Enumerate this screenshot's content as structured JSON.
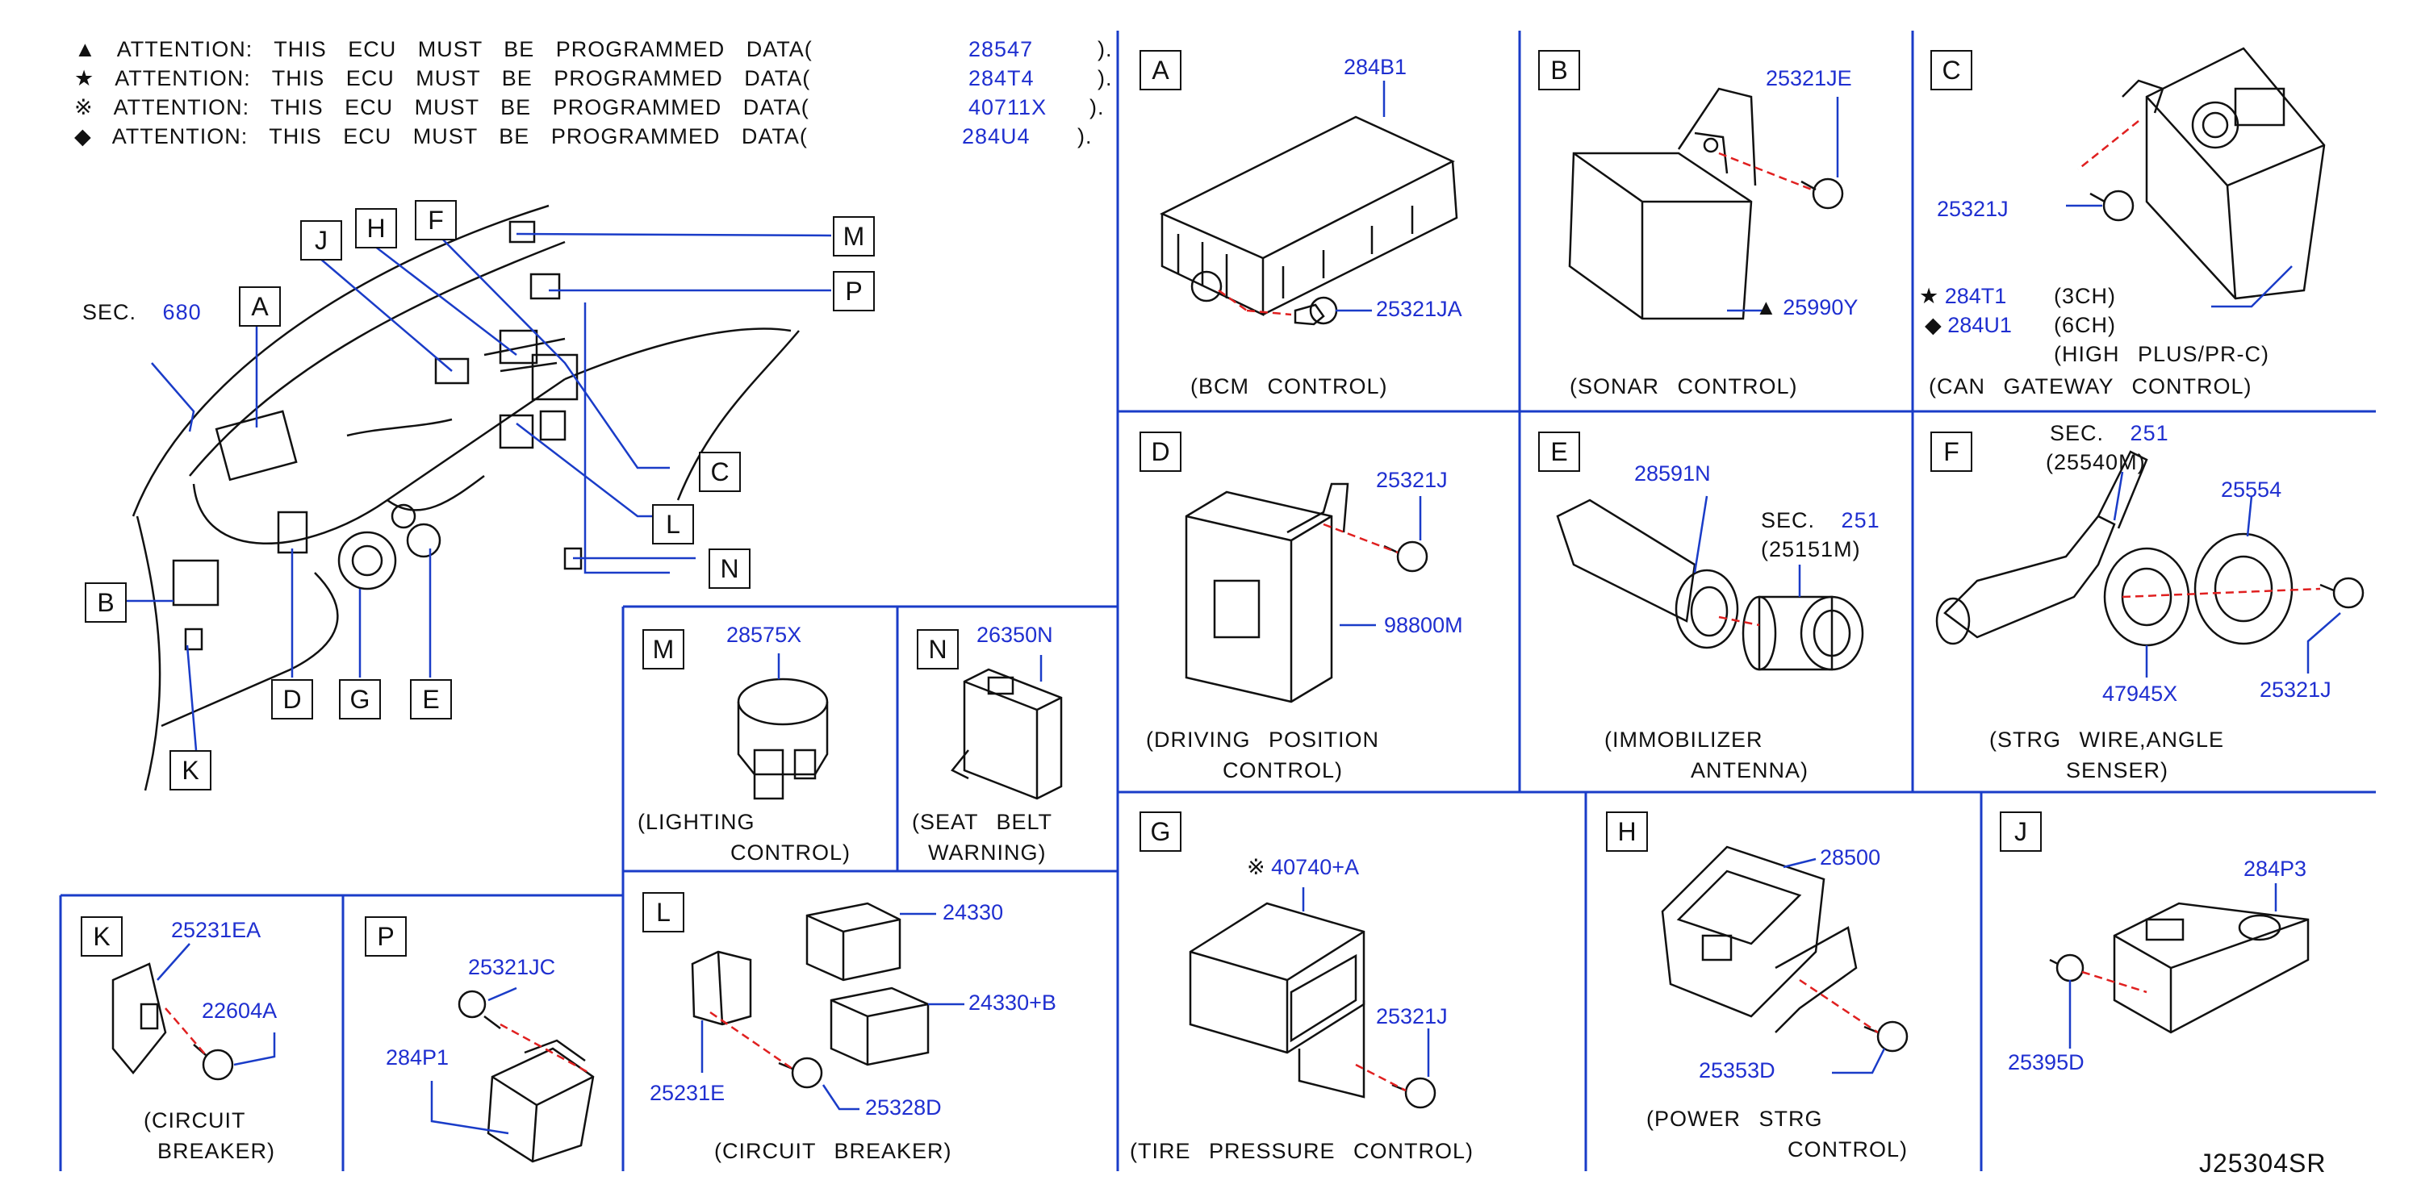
{
  "attention": [
    {
      "symbol": "▲",
      "text": "ATTENTION:  THIS  ECU  MUST  BE  PROGRAMMED  DATA(",
      "data": "28547",
      "close": ")."
    },
    {
      "symbol": "★",
      "text": "ATTENTION:  THIS  ECU  MUST  BE  PROGRAMMED  DATA(",
      "data": "284T4",
      "close": ")."
    },
    {
      "symbol": "※",
      "text": "ATTENTION:  THIS  ECU  MUST  BE  PROGRAMMED  DATA(",
      "data": "40711X",
      "close": ")."
    },
    {
      "symbol": "◆",
      "text": "ATTENTION:  THIS  ECU  MUST  BE  PROGRAMMED  DATA(",
      "data": "284U4",
      "close": ")."
    }
  ],
  "overview": {
    "sec_label": "SEC.",
    "sec_num": "680",
    "callouts": [
      "A",
      "B",
      "C",
      "D",
      "E",
      "F",
      "G",
      "H",
      "J",
      "K",
      "L",
      "M",
      "N",
      "P"
    ]
  },
  "panels": {
    "A": {
      "letter": "A",
      "parts": [
        "284B1",
        "25321JA"
      ],
      "caption": "(BCM   CONTROL)"
    },
    "B": {
      "letter": "B",
      "parts": [
        "25321JE",
        "25990Y"
      ],
      "prefix": "▲",
      "caption": "(SONAR   CONTROL)"
    },
    "C": {
      "letter": "C",
      "parts": [
        "25321J",
        "284T1",
        "284U1"
      ],
      "ch1": "(3CH)",
      "ch2": "(6CH)",
      "note": "(HIGH    PLUS/PR-C)",
      "caption": "(CAN   GATEWAY   CONTROL)",
      "sym1": "★",
      "sym2": "◆"
    },
    "D": {
      "letter": "D",
      "parts": [
        "25321J",
        "98800M"
      ],
      "caption1": "(DRIVING   POSITION",
      "caption2": "CONTROL)"
    },
    "E": {
      "letter": "E",
      "parts": [
        "28591N"
      ],
      "sec": "SEC.",
      "sec_num": "251",
      "sec_part": "(25151M)",
      "caption1": "(IMMOBILIZER",
      "caption2": "ANTENNA)"
    },
    "F": {
      "letter": "F",
      "parts": [
        "25554",
        "47945X",
        "25321J"
      ],
      "sec": "SEC.",
      "sec_num": "251",
      "sec_part": "(25540M)",
      "caption1": "(STRG   WIRE,ANGLE",
      "caption2": "SENSER)"
    },
    "G": {
      "letter": "G",
      "parts": [
        "40740+A",
        "25321J"
      ],
      "prefix": "※",
      "caption": "(TIRE   PRESSURE   CONTROL)"
    },
    "H": {
      "letter": "H",
      "parts": [
        "28500",
        "25353D"
      ],
      "caption1": "(POWER   STRG",
      "caption2": "CONTROL)"
    },
    "J": {
      "letter": "J",
      "parts": [
        "284P3",
        "25395D"
      ]
    },
    "K": {
      "letter": "K",
      "parts": [
        "25231EA",
        "22604A"
      ],
      "caption1": "(CIRCUIT",
      "caption2": "BREAKER)"
    },
    "L": {
      "letter": "L",
      "parts": [
        "24330",
        "24330+B",
        "25231E",
        "25328D"
      ],
      "caption": "(CIRCUIT    BREAKER)"
    },
    "M": {
      "letter": "M",
      "parts": [
        "28575X"
      ],
      "caption1": "(LIGHTING",
      "caption2": "CONTROL)"
    },
    "N": {
      "letter": "N",
      "parts": [
        "26350N"
      ],
      "caption1": "(SEAT   BELT",
      "caption2": "WARNING)"
    },
    "P": {
      "letter": "P",
      "parts": [
        "25321JC",
        "284P1"
      ]
    }
  },
  "diagram_code": "J25304SR",
  "colors": {
    "line": "#111111",
    "part_number": "#1f2fd0",
    "leader": "#1a3cc8",
    "dash": "#e02020"
  }
}
